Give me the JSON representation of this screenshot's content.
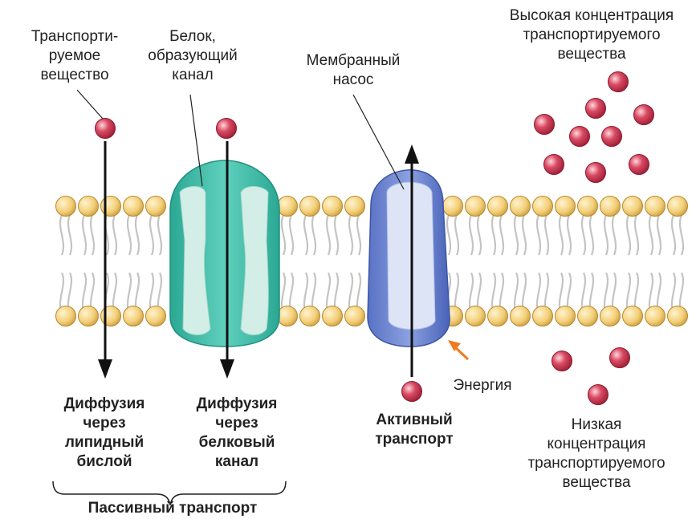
{
  "labels": {
    "transported_substance": "Транспорти-\nруемое\nвещество",
    "channel_protein": "Белок,\nобразующий\nканал",
    "membrane_pump": "Мембранный\nнасос",
    "high_concentration": "Высокая концентрация\nтранспортируемого\nвещества",
    "energy": "Энергия",
    "diffusion_lipid": "Диффузия\nчерез\nлипидный\nбислой",
    "diffusion_channel": "Диффузия\nчерез\nбелковый\nканал",
    "active_transport": "Активный\nтранспорт",
    "low_concentration": "Низкая\nконцентрация\nтранспортируемого\nвещества",
    "passive_transport": "Пассивный транспорт"
  },
  "colors": {
    "molecule": "#d0344e",
    "head": "#f2cf7a",
    "head_stroke": "#c89a3a",
    "tails": "#c9c9c9",
    "channel": "#3cb8a6",
    "channel_inner": "#d7efe9",
    "pump": "#6b86cf",
    "pump_inner": "#dbe3f6",
    "energy_arrow": "#f07a1e",
    "arrow": "#111111"
  }
}
